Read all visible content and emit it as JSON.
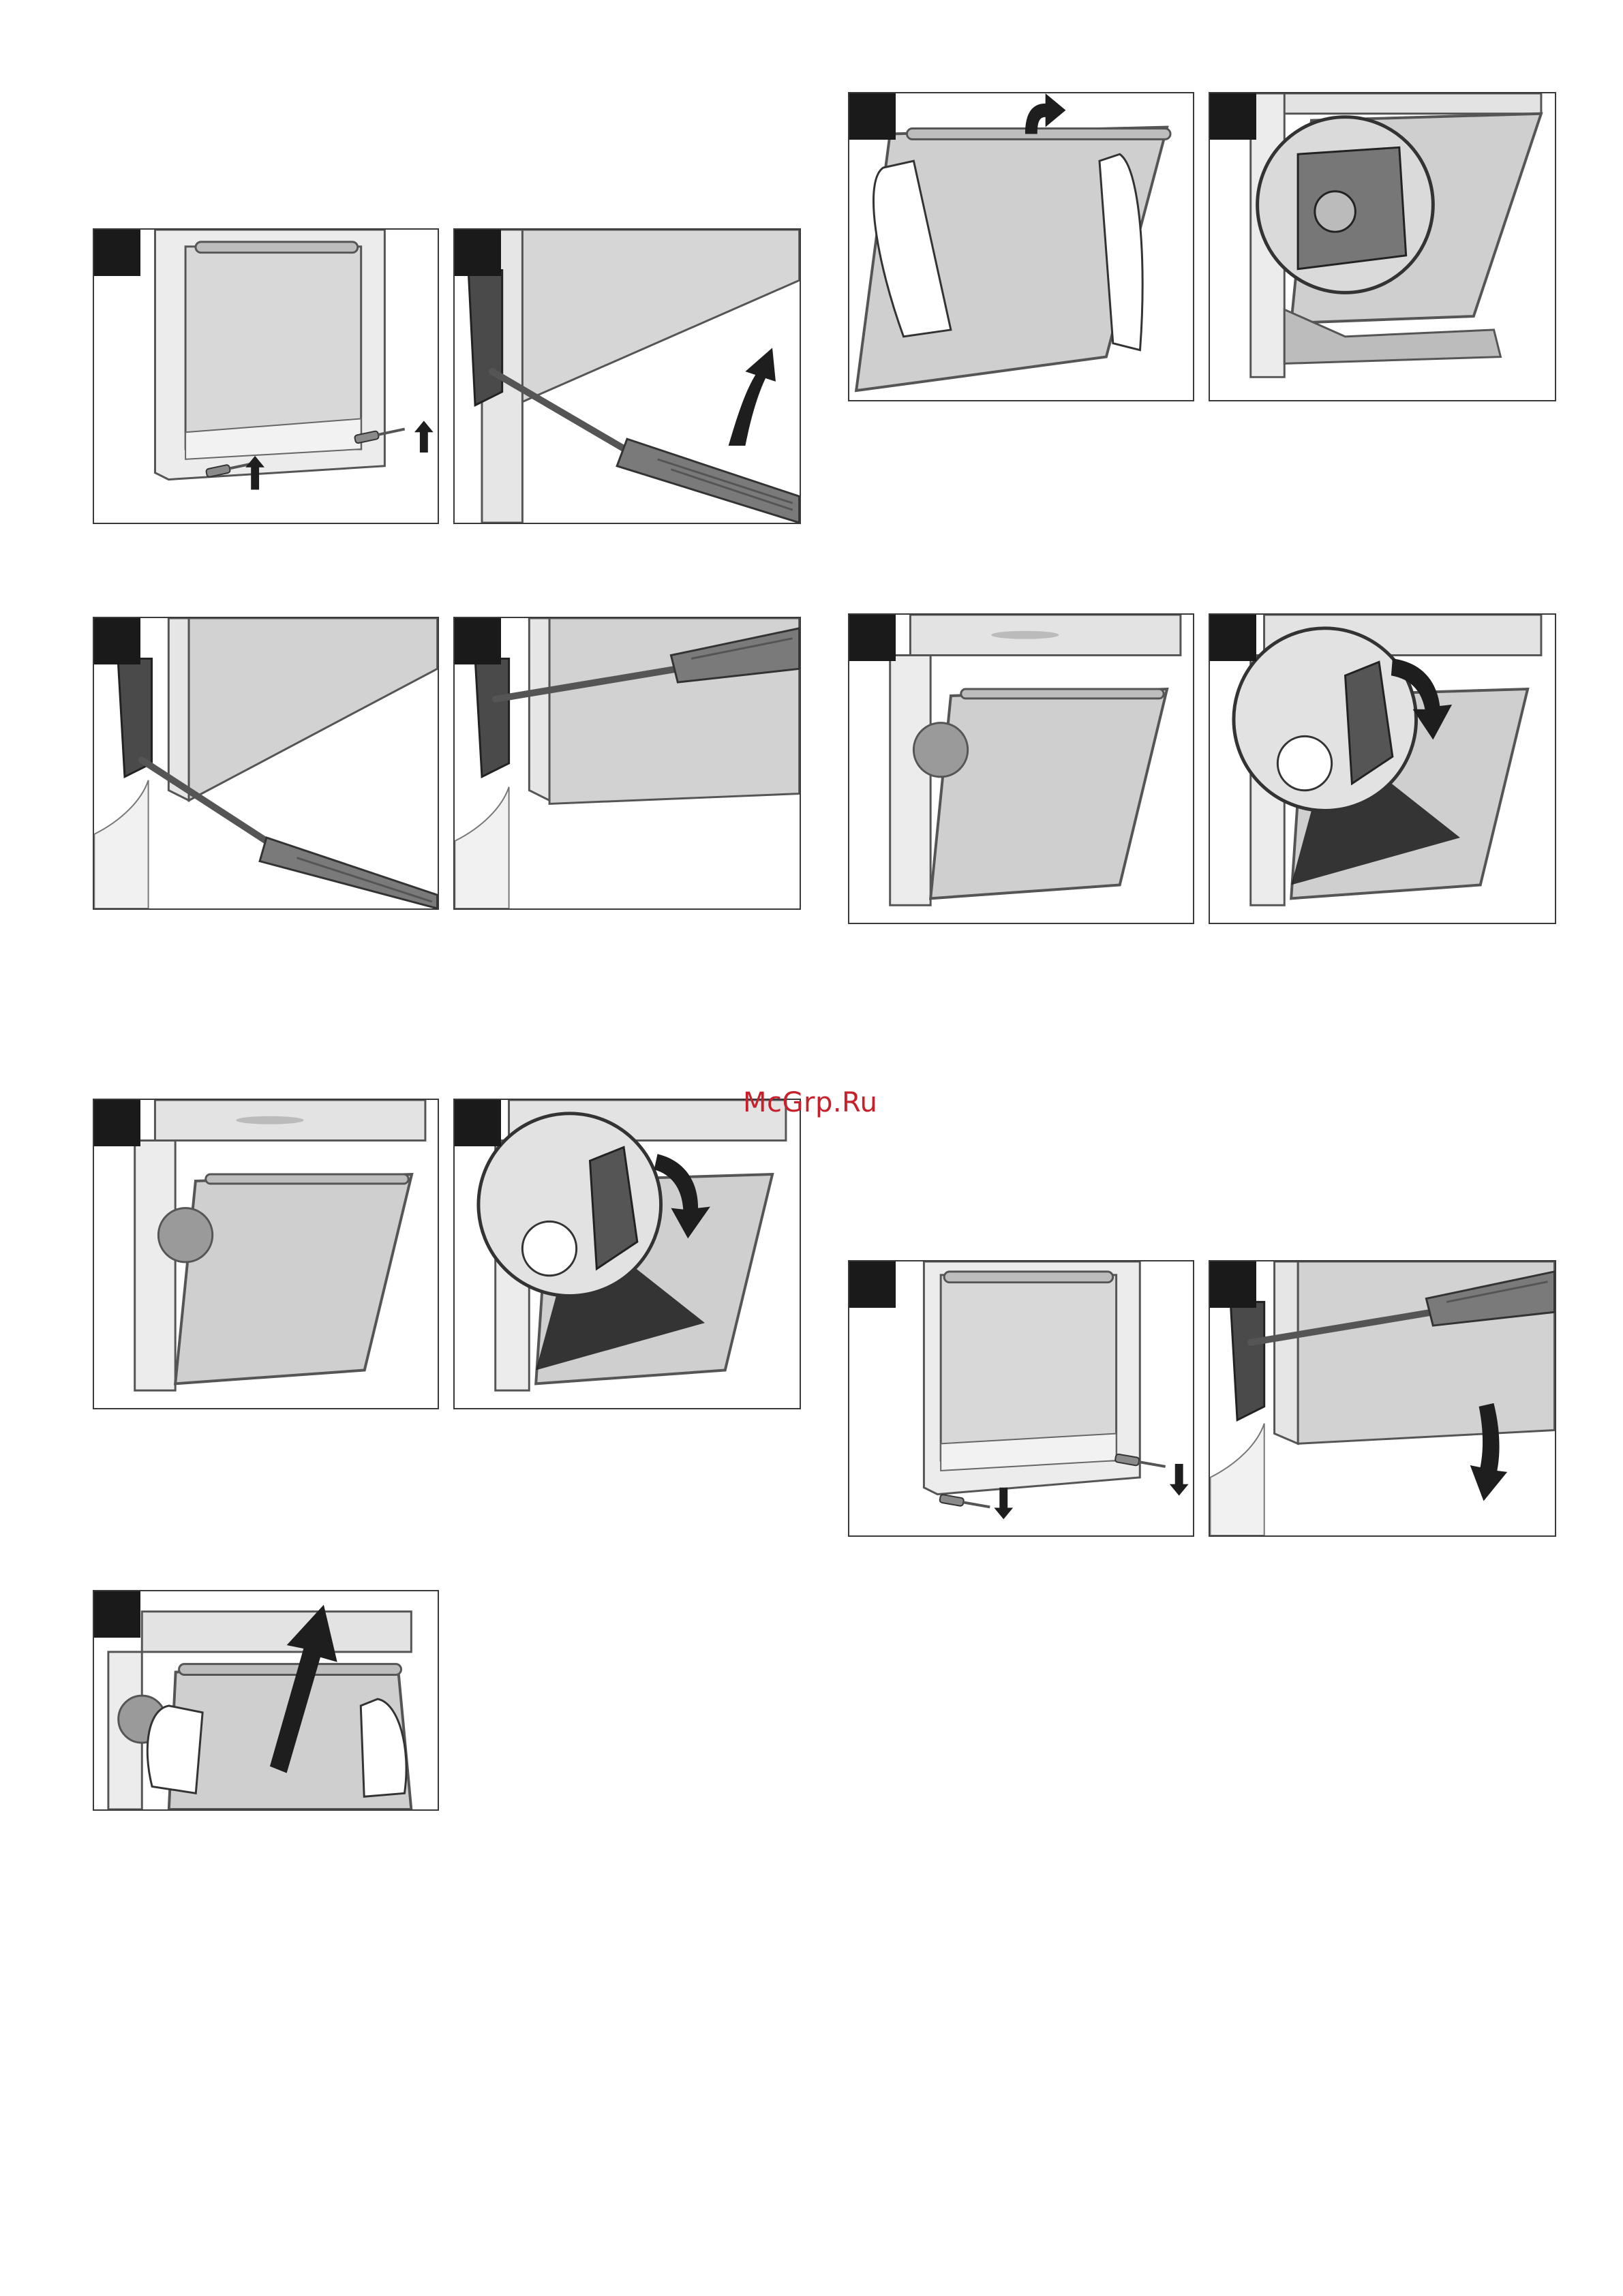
{
  "page": {
    "watermark": "McGrp.Ru",
    "footer_mark": ""
  },
  "colors": {
    "panel_border": "#3a3a3a",
    "step_badge": "#1a1a1a",
    "door_glass": "#cfcfcf",
    "oven_metal": "#e3e3e3",
    "tool_handle": "#7a7a7a",
    "arrow": "#1e1e1e",
    "watermark": "#c8202a"
  },
  "figures": [
    {
      "id": "fig-1",
      "scene": "door-closed-screwdrivers-up",
      "arrow": "up"
    },
    {
      "id": "fig-2",
      "scene": "hinge-screwdriver-lower",
      "arrow": "up"
    },
    {
      "id": "fig-3",
      "scene": "hinge-screwdriver-lower"
    },
    {
      "id": "fig-4",
      "scene": "hinge-screwdriver-upper"
    },
    {
      "id": "fig-5",
      "scene": "door-open-tilted"
    },
    {
      "id": "fig-6",
      "scene": "door-open-hinge-zoom",
      "arrow": "rotate-up"
    },
    {
      "id": "fig-7",
      "scene": "lift-door-out",
      "arrow": "up"
    },
    {
      "id": "fig-8",
      "scene": "hands-insert-door",
      "arrow": "rotate"
    },
    {
      "id": "fig-9",
      "scene": "door-hinge-zoom-inserted"
    },
    {
      "id": "fig-10",
      "scene": "door-open-tilted"
    },
    {
      "id": "fig-11",
      "scene": "door-open-hinge-zoom",
      "arrow": "rotate-down"
    },
    {
      "id": "fig-12",
      "scene": "door-closed-screwdrivers-down",
      "arrow": "down"
    },
    {
      "id": "fig-13",
      "scene": "hinge-screwdriver-upper",
      "arrow": "down"
    }
  ]
}
